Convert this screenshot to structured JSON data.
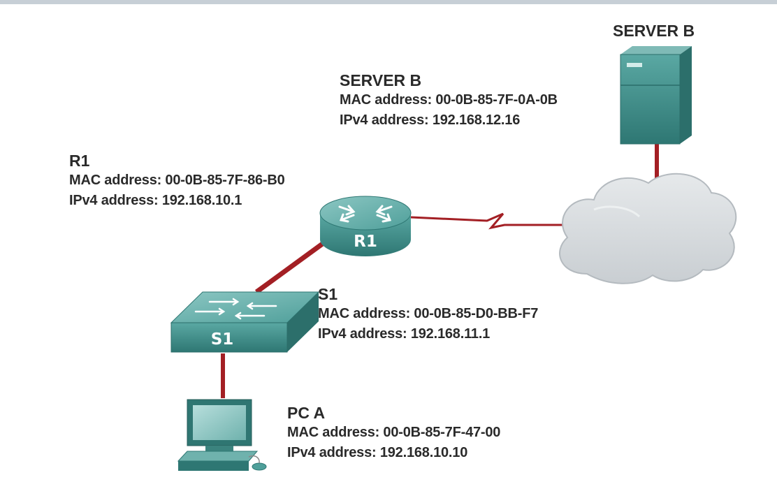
{
  "server_top_label": "SERVER B",
  "devices": {
    "server_b": {
      "name": "SERVER B",
      "mac_line": "MAC address: 00-0B-85-7F-0A-0B",
      "ip_line": "IPv4 address: 192.168.12.16"
    },
    "r1": {
      "name": "R1",
      "mac_line": "MAC address: 00-0B-85-7F-86-B0",
      "ip_line": "IPv4 address: 192.168.10.1",
      "icon_label": "R1"
    },
    "s1": {
      "name": "S1",
      "mac_line": "MAC address: 00-0B-85-D0-BB-F7",
      "ip_line": "IPv4 address: 192.168.11.1",
      "icon_label": "S1"
    },
    "pc_a": {
      "name": "PC A",
      "mac_line": "MAC address: 00-0B-85-7F-47-00",
      "ip_line": "IPv4 address: 192.168.10.10"
    }
  },
  "colors": {
    "link": "#a31f24",
    "device": "#3f8f8a",
    "cloud": "#d9dde0"
  },
  "icons": [
    "server-icon",
    "cloud-icon",
    "router-icon",
    "switch-icon",
    "pc-icon"
  ]
}
